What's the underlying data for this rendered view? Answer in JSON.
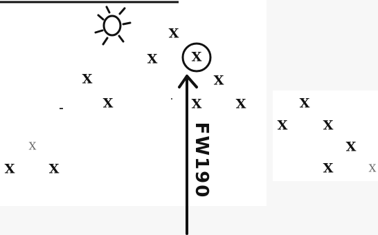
{
  "marks": {
    "symbol": "X",
    "faint_symbol": "X"
  },
  "annotation": {
    "text": "FW190"
  },
  "icons": [
    "sun-icon",
    "arrow-icon",
    "circle-marker"
  ],
  "colors": {
    "ink": "#111111",
    "paper": "#ffffff",
    "scan": "#f7f7f7"
  }
}
